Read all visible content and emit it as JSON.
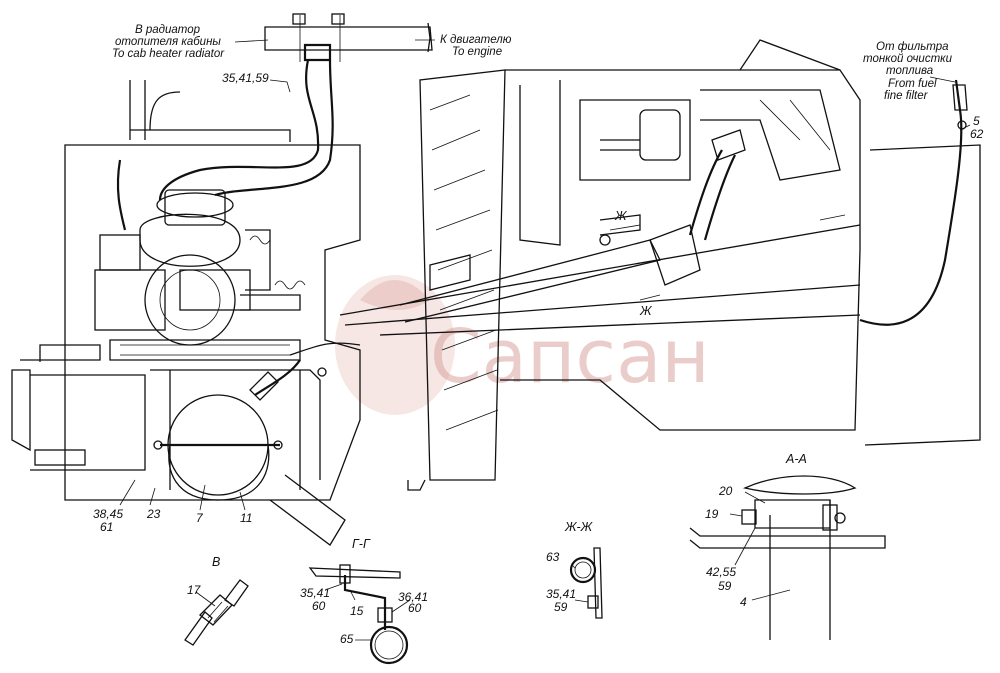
{
  "callouts": {
    "heater_ru_1": "В радиатор",
    "heater_ru_2": "отопителя кабины",
    "heater_en": "To cab heater radiator",
    "engine_ru": "К двигателю",
    "engine_en": "To engine",
    "filter_ru_1": "От фильтра",
    "filter_ru_2": "тонкой очистки",
    "filter_ru_3": "топлива",
    "filter_en_1": "From fuel",
    "filter_en_2": "fine filter"
  },
  "parts": {
    "p35_41_59_top": "35,41,59",
    "p5": "5",
    "p62": "62",
    "p38_45": "38,45",
    "p61": "61",
    "p23": "23",
    "p7": "7",
    "p11": "11",
    "p17": "17",
    "p35_41_gg": "35,41",
    "p60_gg_left": "60",
    "p15": "15",
    "p36_41": "36,41",
    "p60_gg_right": "60",
    "p65": "65",
    "p63": "63",
    "p35_41_zh": "35,41",
    "p59_zh": "59",
    "p20": "20",
    "p19": "19",
    "p42_55": "42,55",
    "p59_aa": "59",
    "p4": "4"
  },
  "sections": {
    "view_v": "В",
    "section_gg": "Г-Г",
    "section_zhzh": "Ж-Ж",
    "section_aa": "А-А",
    "mark_zh_1": "Ж",
    "mark_zh_2": "Ж"
  },
  "watermark": "Сапсан"
}
